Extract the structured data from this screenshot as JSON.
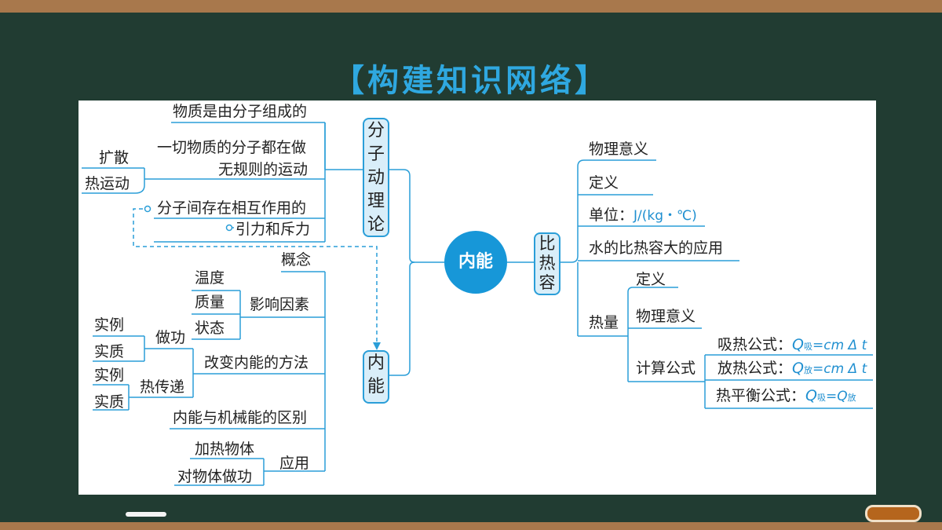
{
  "title": "【构建知识网络】",
  "center": "内能",
  "branches": {
    "molecular": {
      "label": "分子动理论",
      "chars": [
        "分",
        "子",
        "动",
        "理",
        "论"
      ],
      "items": {
        "composition": "物质是由分子组成的",
        "motion_line1": "一切物质的分子都在做",
        "motion_line2": "无规则的运动",
        "diffusion": "扩散",
        "thermal_motion": "热运动",
        "force_line1": "分子间存在相互作用的",
        "force_line2": "引力和斥力"
      }
    },
    "internal": {
      "label": "内能",
      "chars": [
        "内",
        "能"
      ],
      "items": {
        "concept": "概念",
        "temperature": "温度",
        "mass": "质量",
        "state": "状态",
        "factors": "影响因素",
        "example1": "实例",
        "essence1": "实质",
        "work": "做功",
        "example2": "实例",
        "essence2": "实质",
        "heat_transfer": "热传递",
        "change_methods": "改变内能的方法",
        "difference": "内能与机械能的区别",
        "heat_object": "加热物体",
        "do_work": "对物体做功",
        "application": "应用"
      }
    },
    "specific_heat": {
      "label": "比热容",
      "chars": [
        "比",
        "热",
        "容"
      ],
      "items": {
        "meaning": "物理意义",
        "definition": "定义",
        "unit_label": "单位：",
        "unit_value": "J/(kg・℃)",
        "water_app": "水的比热容大的应用"
      }
    },
    "heat": {
      "label": "热量",
      "items": {
        "definition": "定义",
        "meaning": "物理意义",
        "calc": "计算公式",
        "absorb_label": "吸热公式：",
        "absorb_q": "Q",
        "absorb_sub": "吸",
        "absorb_rhs": "=cm Δ t",
        "release_label": "放热公式：",
        "release_q": "Q",
        "release_sub": "放",
        "release_rhs": "=cm Δ t",
        "balance_label": "热平衡公式：",
        "balance_q1": "Q",
        "balance_sub1": "吸",
        "balance_eq": "=Q",
        "balance_sub2": "放"
      }
    }
  },
  "colors": {
    "line": "#2a9ed8",
    "accent": "#1f8fd0",
    "center": "#1797d8",
    "board": "#213c32",
    "frame": "#a8784c"
  }
}
